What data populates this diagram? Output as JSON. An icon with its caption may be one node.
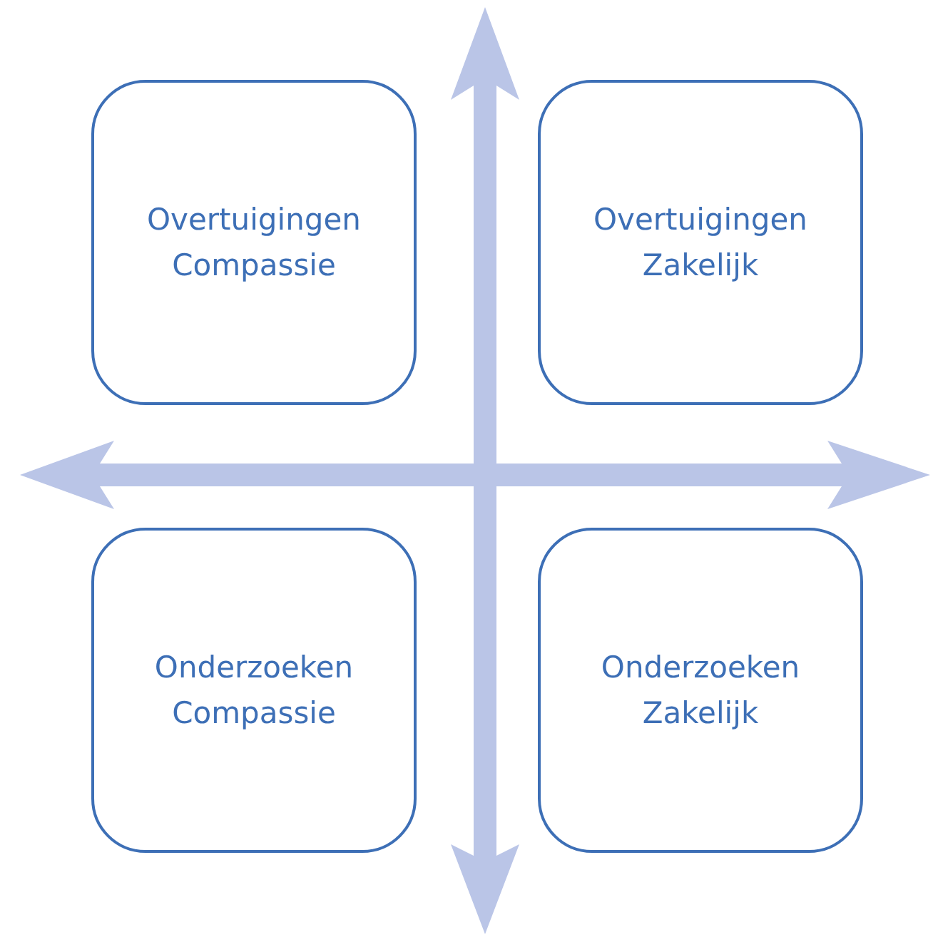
{
  "diagram": {
    "nodes": [
      {
        "text": [
          "Overtuigingen Compassie"
        ]
      },
      {
        "text": [
          "Overtuigingen Zakelijk"
        ]
      },
      {
        "text": [
          "Onderzoeken Compassie"
        ]
      },
      {
        "text": [
          "Onderzoeken Zakelijk"
        ]
      }
    ]
  }
}
